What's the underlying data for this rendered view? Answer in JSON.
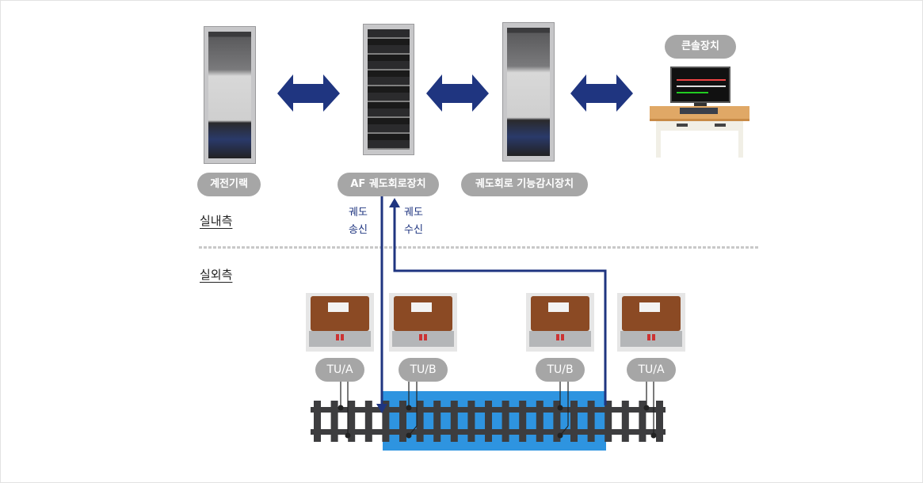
{
  "colors": {
    "arrow": "#1f3580",
    "pill": "#a6a6a6",
    "section": "#2e94e0",
    "rail": "#3d3d3f",
    "divider": "#c8c8c8"
  },
  "indoor": {
    "section_label": "실내측",
    "devices": [
      {
        "label": "계전기랙",
        "icon": "relay-rack-cabinet"
      },
      {
        "label": "AF 궤도회로장치",
        "icon": "af-track-circuit-cabinet"
      },
      {
        "label": "궤도회로 기능감시장치",
        "icon": "monitoring-cabinet"
      },
      {
        "label": "큰솔장치",
        "icon": "console-desk"
      }
    ],
    "links": [
      "bidirectional-arrow",
      "bidirectional-arrow",
      "bidirectional-arrow"
    ]
  },
  "signals": {
    "transmit": {
      "line1": "궤도",
      "line2": "송신"
    },
    "receive": {
      "line1": "궤도",
      "line2": "수신"
    }
  },
  "outdoor": {
    "section_label": "실외측",
    "tuning_units": [
      {
        "label": "TU/A"
      },
      {
        "label": "TU/B"
      },
      {
        "label": "TU/B"
      },
      {
        "label": "TU/A"
      }
    ]
  }
}
